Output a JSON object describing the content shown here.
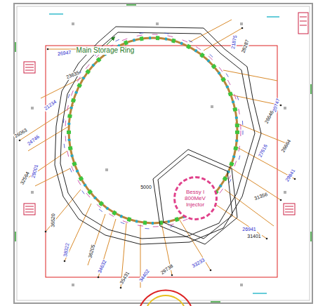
{
  "diagram": {
    "nodes": [
      {
        "text": [
          "Bessy I 800MeV Injector"
        ]
      }
    ],
    "labels": [
      "Main Storage Ring",
      "26947",
      "21875",
      "28287",
      "23635",
      "21234",
      "20747",
      "26646",
      "26063",
      "24746",
      "27616",
      "26664",
      "32564",
      "29001",
      "29841",
      "5000",
      "31356",
      "26941",
      "31401",
      "36520",
      "38322",
      "36205",
      "34632",
      "35431",
      "34402",
      "29738",
      "33233"
    ]
  }
}
